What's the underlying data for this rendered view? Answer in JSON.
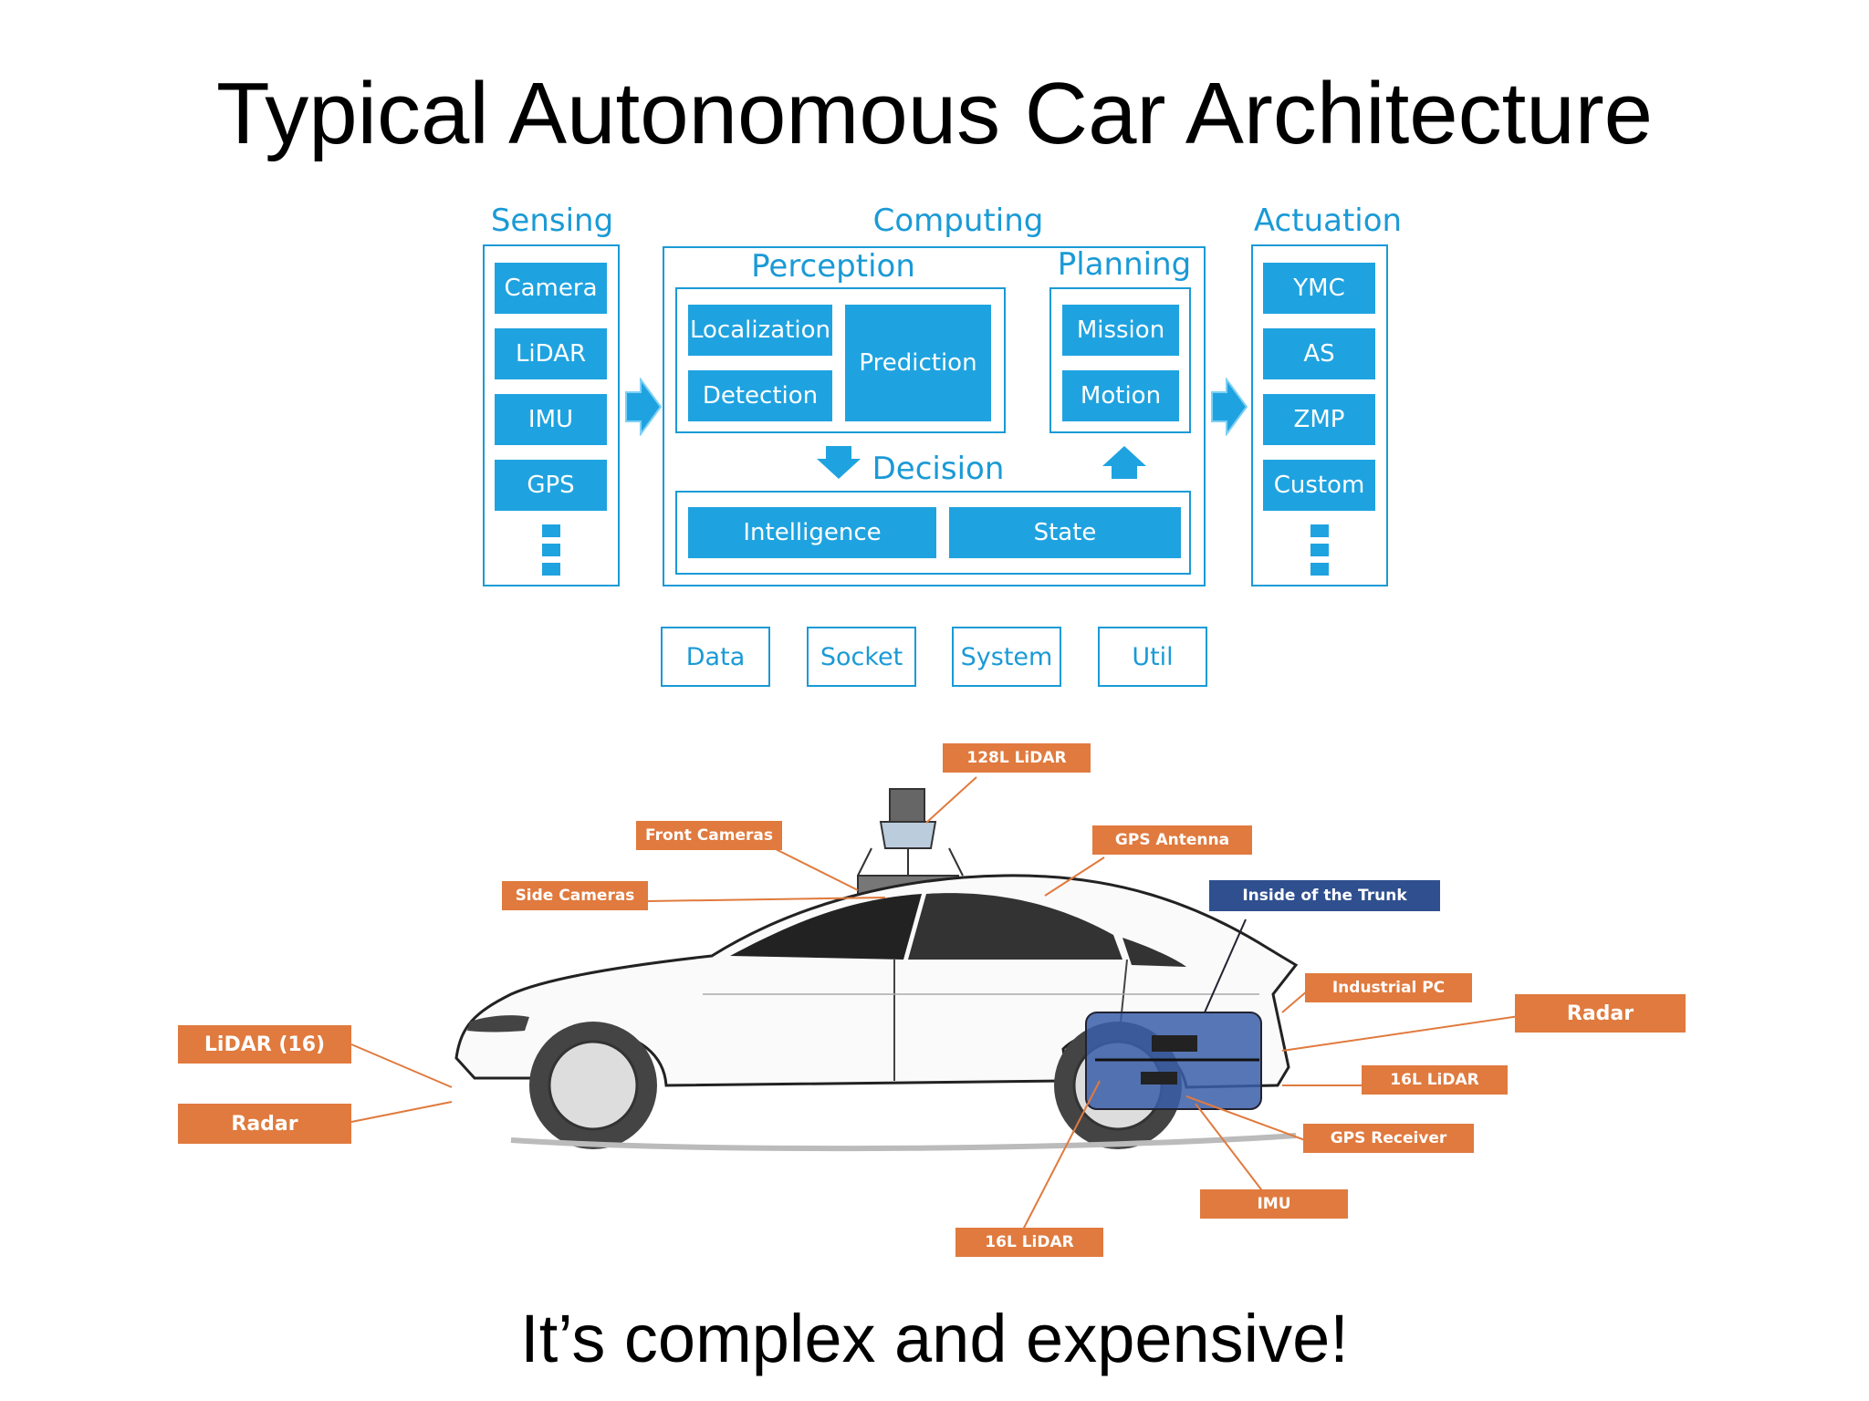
{
  "title": "Typical Autonomous Car Architecture",
  "subtitle": "It’s complex and expensive!",
  "architecture": {
    "sensing": {
      "label": "Sensing",
      "items": [
        "Camera",
        "LiDAR",
        "IMU",
        "GPS"
      ]
    },
    "computing": {
      "label": "Computing",
      "perception": {
        "label": "Perception",
        "localization": "Localization",
        "detection": "Detection",
        "prediction": "Prediction"
      },
      "planning": {
        "label": "Planning",
        "mission": "Mission",
        "motion": "Motion"
      },
      "decision": {
        "label": "Decision",
        "intelligence": "Intelligence",
        "state": "State"
      }
    },
    "actuation": {
      "label": "Actuation",
      "items": [
        "YMC",
        "AS",
        "ZMP",
        "Custom"
      ]
    },
    "infrastructure": [
      "Data",
      "Socket",
      "System",
      "Util"
    ]
  },
  "car_labels": {
    "lidar_128": "128L LiDAR",
    "front_cameras": "Front Cameras",
    "gps_antenna": "GPS Antenna",
    "side_cameras": "Side Cameras",
    "inside_trunk": "Inside of the Trunk",
    "industrial_pc": "Industrial PC",
    "radar_rear": "Radar",
    "lidar_16_rear": "16L LiDAR",
    "gps_receiver": "GPS Receiver",
    "imu": "IMU",
    "lidar_16_bottom": "16L LiDAR",
    "lidar_16_front": "LiDAR (16)",
    "radar_front": "Radar"
  },
  "colors": {
    "diagram_blue": "#1fa3e0",
    "tag_orange": "#e07a3e",
    "tag_navy": "#2f4f8f",
    "trunk_overlay": "#3a5ea8"
  }
}
